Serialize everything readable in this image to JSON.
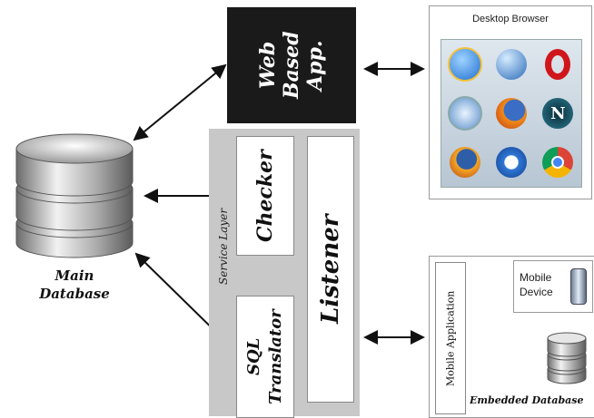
{
  "main_database": {
    "label_line1": "Main",
    "label_line2": "Database"
  },
  "web_app": {
    "label": "Web Based App."
  },
  "desktop_browser": {
    "title": "Desktop Browser",
    "icons": [
      "internet-explorer-icon",
      "globe-browser-icon",
      "opera-icon",
      "safari-icon",
      "firefox-icon",
      "netscape-icon",
      "firefox-old-icon",
      "maxthon-icon",
      "chrome-icon"
    ]
  },
  "service_layer": {
    "label": "Service Layer",
    "checker": "Checker",
    "sql_translator": "SQL Translator",
    "listener": "Listener"
  },
  "mobile": {
    "application": "Mobile Application",
    "device_line1": "Mobile",
    "device_line2": "Device",
    "embedded_db": "Embedded Database"
  },
  "colors": {
    "web_app_bg": "#1a1a1a",
    "service_layer_bg": "#c8c8c8",
    "box_border": "#888888"
  }
}
